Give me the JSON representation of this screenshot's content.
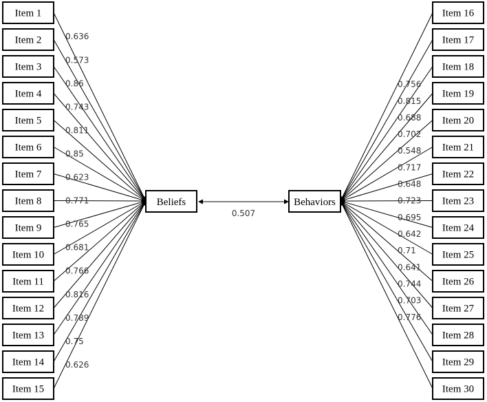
{
  "constructs": {
    "left": "Beliefs",
    "right": "Behaviors",
    "correlation": "0.507"
  },
  "left_items": [
    {
      "label": "Item 1",
      "loading": "0.636"
    },
    {
      "label": "Item 2",
      "loading": "0.573"
    },
    {
      "label": "Item 3",
      "loading": "0.86"
    },
    {
      "label": "Item 4",
      "loading": "0.743"
    },
    {
      "label": "Item 5",
      "loading": "0.811"
    },
    {
      "label": "Item 6",
      "loading": "0.85"
    },
    {
      "label": "Item 7",
      "loading": "0.623"
    },
    {
      "label": "Item 8",
      "loading": "0.771"
    },
    {
      "label": "Item 9",
      "loading": "0.765"
    },
    {
      "label": "Item 10",
      "loading": "0.681"
    },
    {
      "label": "Item 11",
      "loading": "0.766"
    },
    {
      "label": "Item 12",
      "loading": "0.816"
    },
    {
      "label": "Item 13",
      "loading": "0.789"
    },
    {
      "label": "Item 14",
      "loading": "0.75"
    },
    {
      "label": "Item 15",
      "loading": "0.626"
    }
  ],
  "right_items": [
    {
      "label": "Item 16",
      "loading": "0.756"
    },
    {
      "label": "Item 17",
      "loading": "0.815"
    },
    {
      "label": "Item 18",
      "loading": "0.688"
    },
    {
      "label": "Item 19",
      "loading": "0.702"
    },
    {
      "label": "Item 20",
      "loading": "0.548"
    },
    {
      "label": "Item 21",
      "loading": "0.717"
    },
    {
      "label": "Item 22",
      "loading": "0.648"
    },
    {
      "label": "Item 23",
      "loading": "0.723"
    },
    {
      "label": "Item 24",
      "loading": "0.695"
    },
    {
      "label": "Item 25",
      "loading": "0.642"
    },
    {
      "label": "Item 26",
      "loading": "0.71"
    },
    {
      "label": "Item 27",
      "loading": "0.641"
    },
    {
      "label": "Item 28",
      "loading": "0.744"
    },
    {
      "label": "Item 29",
      "loading": "0.703"
    },
    {
      "label": "Item 30",
      "loading": "0.776"
    }
  ]
}
